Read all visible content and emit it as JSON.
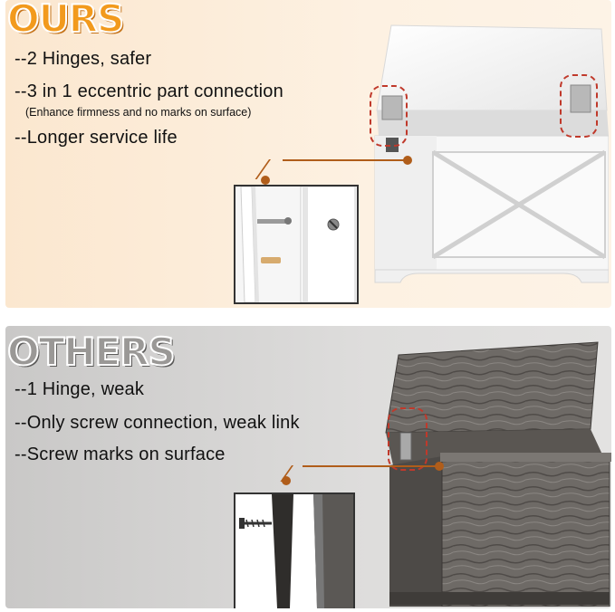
{
  "ours": {
    "heading": "OURS",
    "features": [
      "--2 Hinges, safer",
      "--3 in 1 eccentric part connection",
      "--Longer service life"
    ],
    "note": "(Enhance firmness and no marks on surface)"
  },
  "others": {
    "heading": "OTHERS",
    "features": [
      "--1 Hinge, weak",
      "--Only screw connection, weak link",
      "--Screw marks on surface"
    ]
  },
  "colors": {
    "ours_accent": "#f29a1d",
    "callout": "#b05d1a",
    "highlight": "#c0392b",
    "others_accent": "#9a9896"
  }
}
